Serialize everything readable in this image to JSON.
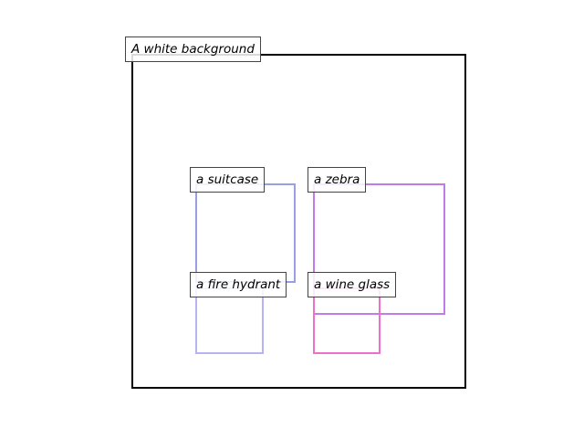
{
  "background_label": "A white background",
  "objects": [
    {
      "label": "a suitcase",
      "color": "#96a0e2"
    },
    {
      "label": "a zebra",
      "color": "#c27ae8"
    },
    {
      "label": "a fire hydrant",
      "color": "#b7b3f2"
    },
    {
      "label": "a wine glass",
      "color": "#ec6fcb"
    }
  ],
  "frame_color": "#000000"
}
